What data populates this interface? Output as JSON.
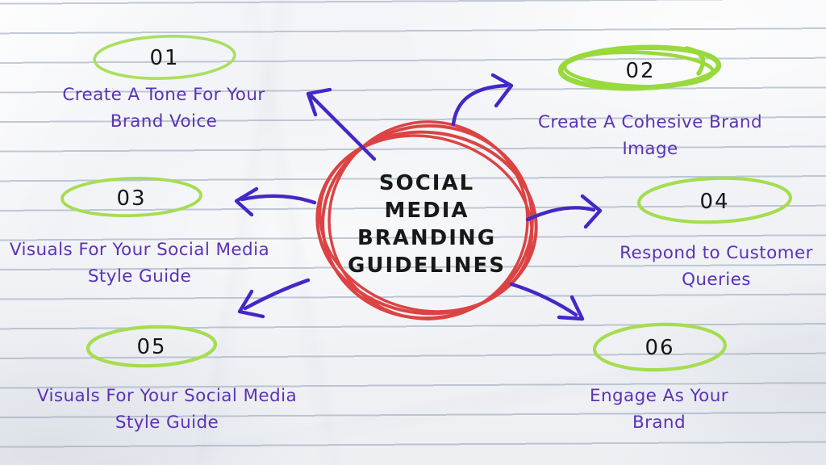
{
  "title": "Social Media Branding Guidelines mind map on lined paper",
  "palette": {
    "paper": "#f1f3f6",
    "rule_line": "#92a1b6",
    "center_circle_red": "#dc4343",
    "green_light": "#aadf5f",
    "green_bright": "#98da3c",
    "label_purple": "#5b33b6",
    "arrow_purple": "#4527c6",
    "ink_black": "#181818"
  },
  "center": {
    "lines": [
      "SOCIAL",
      "MEDIA",
      "BRANDING",
      "GUIDELINES"
    ]
  },
  "nodes": [
    {
      "number": "01",
      "label_lines": [
        "Create A Tone For Your",
        "Brand Voice"
      ]
    },
    {
      "number": "02",
      "label_lines": [
        "Create A Cohesive Brand",
        "Image"
      ]
    },
    {
      "number": "03",
      "label_lines": [
        "Visuals For Your Social Media",
        "Style Guide"
      ]
    },
    {
      "number": "04",
      "label_lines": [
        "Respond to Customer",
        "Queries"
      ]
    },
    {
      "number": "05",
      "label_lines": [
        "Visuals For Your Social Media",
        "Style Guide"
      ]
    },
    {
      "number": "06",
      "label_lines": [
        "Engage As Your",
        "Brand"
      ]
    }
  ]
}
